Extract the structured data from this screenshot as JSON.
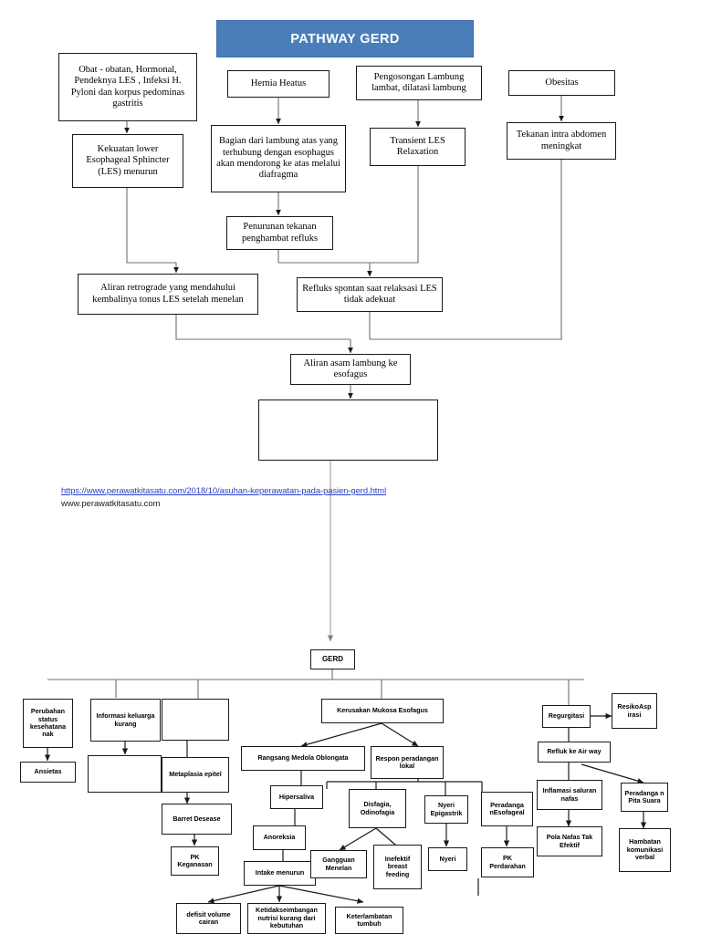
{
  "title": {
    "banner_text": "PATHWAY GERD",
    "banner_color": "#4a7ebb",
    "banner_text_color": "#ffffff"
  },
  "link": {
    "url_text": "https://www.perawatkitasatu.com/2018/10/asuhan-keperawatan-pada-pasien-gerd.html",
    "url_color": "#2b3fc4",
    "plain_text": "www.perawatkitasatu.com"
  },
  "upper_nodes": {
    "n1": "Obat - obatan, Hormonal, Pendeknya LES , Infeksi H. Pyloni dan korpus pedominas gastritis",
    "n2": "Hernia Heatus",
    "n3": "Pengosongan Lambung lambat, dilatasi lambung",
    "n4": "Obesitas",
    "n5": "Kekuatan lower Esophageal Sphincter (LES) menurun",
    "n6": "Bagian dari lambung atas yang terhubung dengan esophagus akan mendorong ke atas melalui diafragma",
    "n7": "Transient LES Relaxation",
    "n8": "Tekanan intra abdomen meningkat",
    "n9": "Penurunan tekanan penghambat refluks",
    "n10": "Aliran retrograde yang mendahului kembalinya tonus LES setelah menelan",
    "n11": "Refluks spontan saat relaksasi LES tidak adekuat",
    "n12": "Aliran asam lambung ke esofagus",
    "n13": ""
  },
  "lower_nodes": {
    "gerd": "GERD",
    "perubahan_status": "Perubahan status kesehatana nak",
    "ansietas": "Ansietas",
    "informasi_keluarga": "Informasi keluarga kurang",
    "blank_under_informasi": "",
    "blank_mid_left": "",
    "metaplasia": "Metaplasia epitel",
    "barret": "Barret Desease",
    "pk_keganasan": "PK Keganasan",
    "kerusakan_mukosa": "Kerusakan Mukosa Esofagus",
    "rangsang_medola": "Rangsang Medola Oblongata",
    "respon_peradangan": "Respon peradangan lokal",
    "hipersaliva": "Hipersaliva",
    "anoreksia": "Anoreksia",
    "intake_menurun": "Intake menurun",
    "disfagia": "Disfagia, Odinofagia",
    "gangguan_menelan": "Gangguan Menelan",
    "inefektif_breast": "Inefektif breast feeding",
    "nyeri_epigastrik": "Nyeri Epigastrik",
    "nyeri": "Nyeri",
    "peradangan_esofageal": "Peradanga nEsofageal",
    "pk_perdarahan": "PK Perdarahan",
    "defisit_volume": "defisit volume cairan",
    "ketidakseimbangan": "Ketidakseimbangan nutrisi kurang dari kebutuhan",
    "keterlambatan": "Keterlambatan tumbuh",
    "regurgitasi": "Regurgitasi",
    "resiko_aspirasi": "ResikoAsp irasi",
    "refluk_airway": "Refluk ke Air way",
    "inflamasi_saluran": "Inflamasi saluran nafas",
    "peradangan_pita": "Peradanga n Pita Suara",
    "pola_nafas": "Pola Nafas Tak Efektif",
    "hambatan_komunikasi": "Hambatan komunikasi verbal"
  }
}
